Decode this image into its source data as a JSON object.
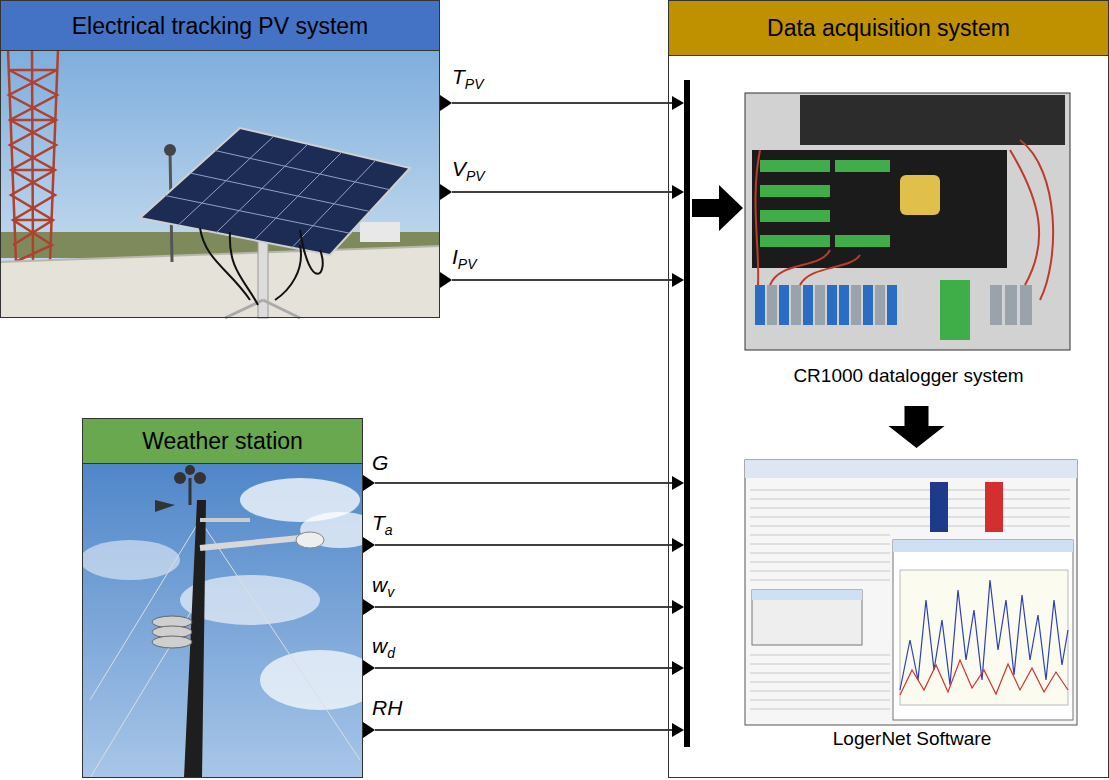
{
  "diagram": {
    "nodes": [
      {
        "text": [
          "Electrical tracking PV system"
        ]
      },
      {
        "text": [
          "Weather station"
        ]
      },
      {
        "text": [
          "Data acquisition system"
        ]
      },
      {
        "text": [
          "CR1000 datalogger system"
        ],
        "in": 2
      },
      {
        "text": [
          "LogerNet Software"
        ],
        "in": 2
      }
    ],
    "edges": [
      {
        "from": 0,
        "to": 2,
        "arrow": "to",
        "label": "TPV"
      },
      {
        "from": 0,
        "to": 2,
        "arrow": "to",
        "label": "VPV"
      },
      {
        "from": 0,
        "to": 2,
        "arrow": "to",
        "label": "IPV"
      },
      {
        "from": 1,
        "to": 2,
        "arrow": "to",
        "label": "G"
      },
      {
        "from": 1,
        "to": 2,
        "arrow": "to",
        "label": "Ta"
      },
      {
        "from": 1,
        "to": 2,
        "arrow": "to",
        "label": "wv"
      },
      {
        "from": 1,
        "to": 2,
        "arrow": "to",
        "label": "wd"
      },
      {
        "from": 1,
        "to": 2,
        "arrow": "to",
        "label": "RH"
      },
      {
        "from": 2,
        "to": 3,
        "arrow": "to"
      },
      {
        "from": 3,
        "to": 4,
        "arrow": "to"
      }
    ]
  }
}
